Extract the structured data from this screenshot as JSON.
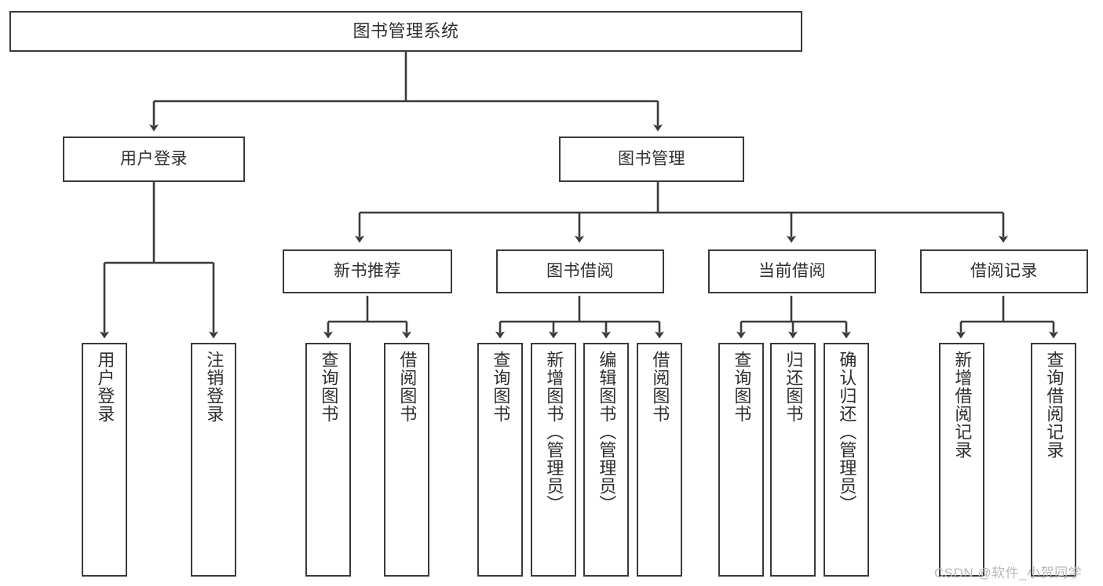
{
  "diagram": {
    "title": "图书管理系统",
    "type": "hierarchy-tree",
    "stroke_color": "#3a3a3a",
    "text_color": "#2f2f2f",
    "background": "#ffffff",
    "levels": {
      "root": {
        "label": "图书管理系统"
      },
      "level2": [
        {
          "label": "用户登录"
        },
        {
          "label": "图书管理"
        }
      ],
      "level3": [
        {
          "label": "新书推荐"
        },
        {
          "label": "图书借阅"
        },
        {
          "label": "当前借阅"
        },
        {
          "label": "借阅记录"
        }
      ],
      "leaves": {
        "user_login": [
          {
            "label": "用户登录"
          },
          {
            "label": "注销登录"
          }
        ],
        "new_book_recommend": [
          {
            "label": "查询图书"
          },
          {
            "label": "借阅图书"
          }
        ],
        "book_borrow": [
          {
            "label": "查询图书"
          },
          {
            "label": "新增图书（管理员）"
          },
          {
            "label": "编辑图书（管理员）"
          },
          {
            "label": "借阅图书"
          }
        ],
        "current_borrow": [
          {
            "label": "查询图书"
          },
          {
            "label": "归还图书"
          },
          {
            "label": "确认归还（管理员）"
          }
        ],
        "borrow_records": [
          {
            "label": "新增借阅记录"
          },
          {
            "label": "查询借阅记录"
          }
        ]
      }
    }
  },
  "watermark": {
    "text": "CSDN @软件_小贺同学"
  }
}
